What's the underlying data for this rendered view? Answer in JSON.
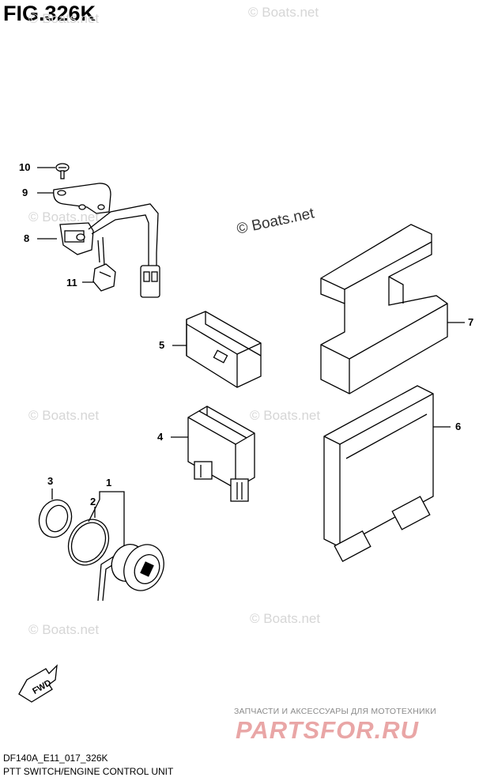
{
  "figure": {
    "title": "FIG.326K"
  },
  "watermarks": {
    "text": "© Boats.net",
    "prominent": "© Boats.net"
  },
  "callouts": [
    "10",
    "9",
    "8",
    "11",
    "5",
    "4",
    "3",
    "2",
    "1",
    "7",
    "6"
  ],
  "fwd_label": "FWD",
  "promo": {
    "text": "ЗАПЧАСТИ И АКСЕССУАРЫ ДЛЯ МОТОТЕХНИКИ",
    "logo": "PARTSFOR.RU"
  },
  "footer": {
    "code": "DF140A_E11_017_326K",
    "caption": "PTT SWITCH/ENGINE CONTROL UNIT"
  }
}
